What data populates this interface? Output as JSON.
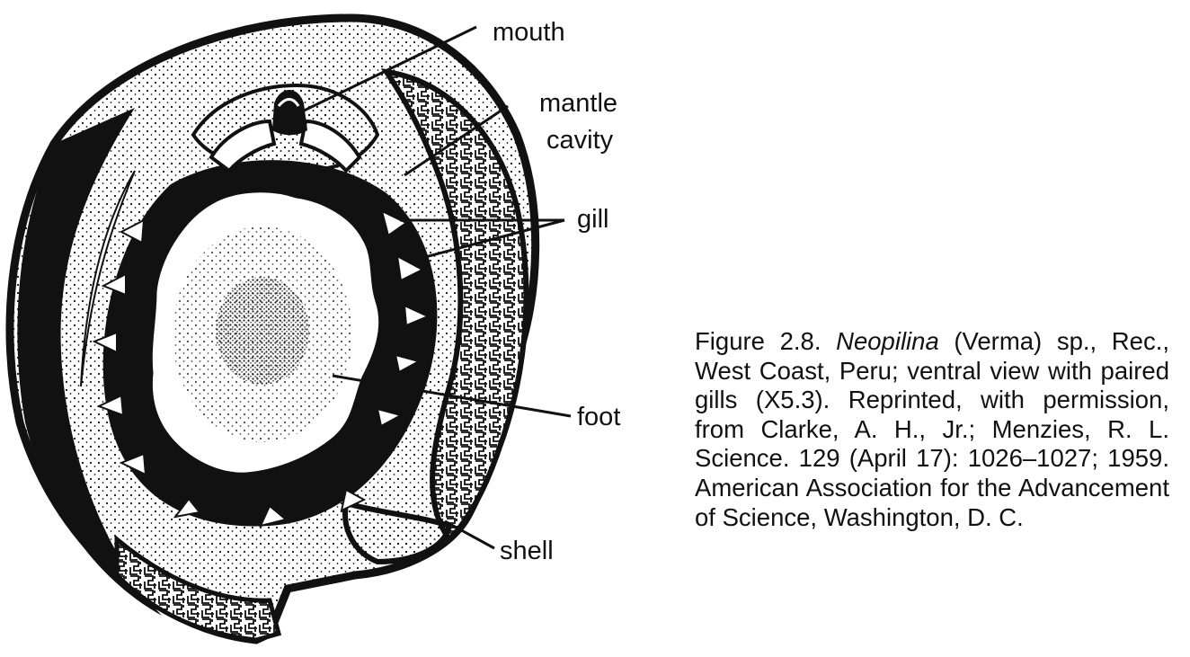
{
  "labels": {
    "mouth": "mouth",
    "mantle_line1": "mantle",
    "mantle_line2": "cavity",
    "gill": "gill",
    "foot": "foot",
    "shell": "shell"
  },
  "caption": {
    "prefix": "Figure 2.8. ",
    "genus": "Neopilina",
    "text": " (Verma) sp., Rec., West Coast, Peru; ventral view with paired gills (X5.3). Reprinted, with permission, from Clarke, A. H., Jr.; Menzies, R. L. Science. 129 (April 17): 1026–1027; 1959. American Association for the Advancement of Science, Washington, D. C."
  },
  "colors": {
    "ink": "#111111",
    "paper": "#ffffff"
  }
}
